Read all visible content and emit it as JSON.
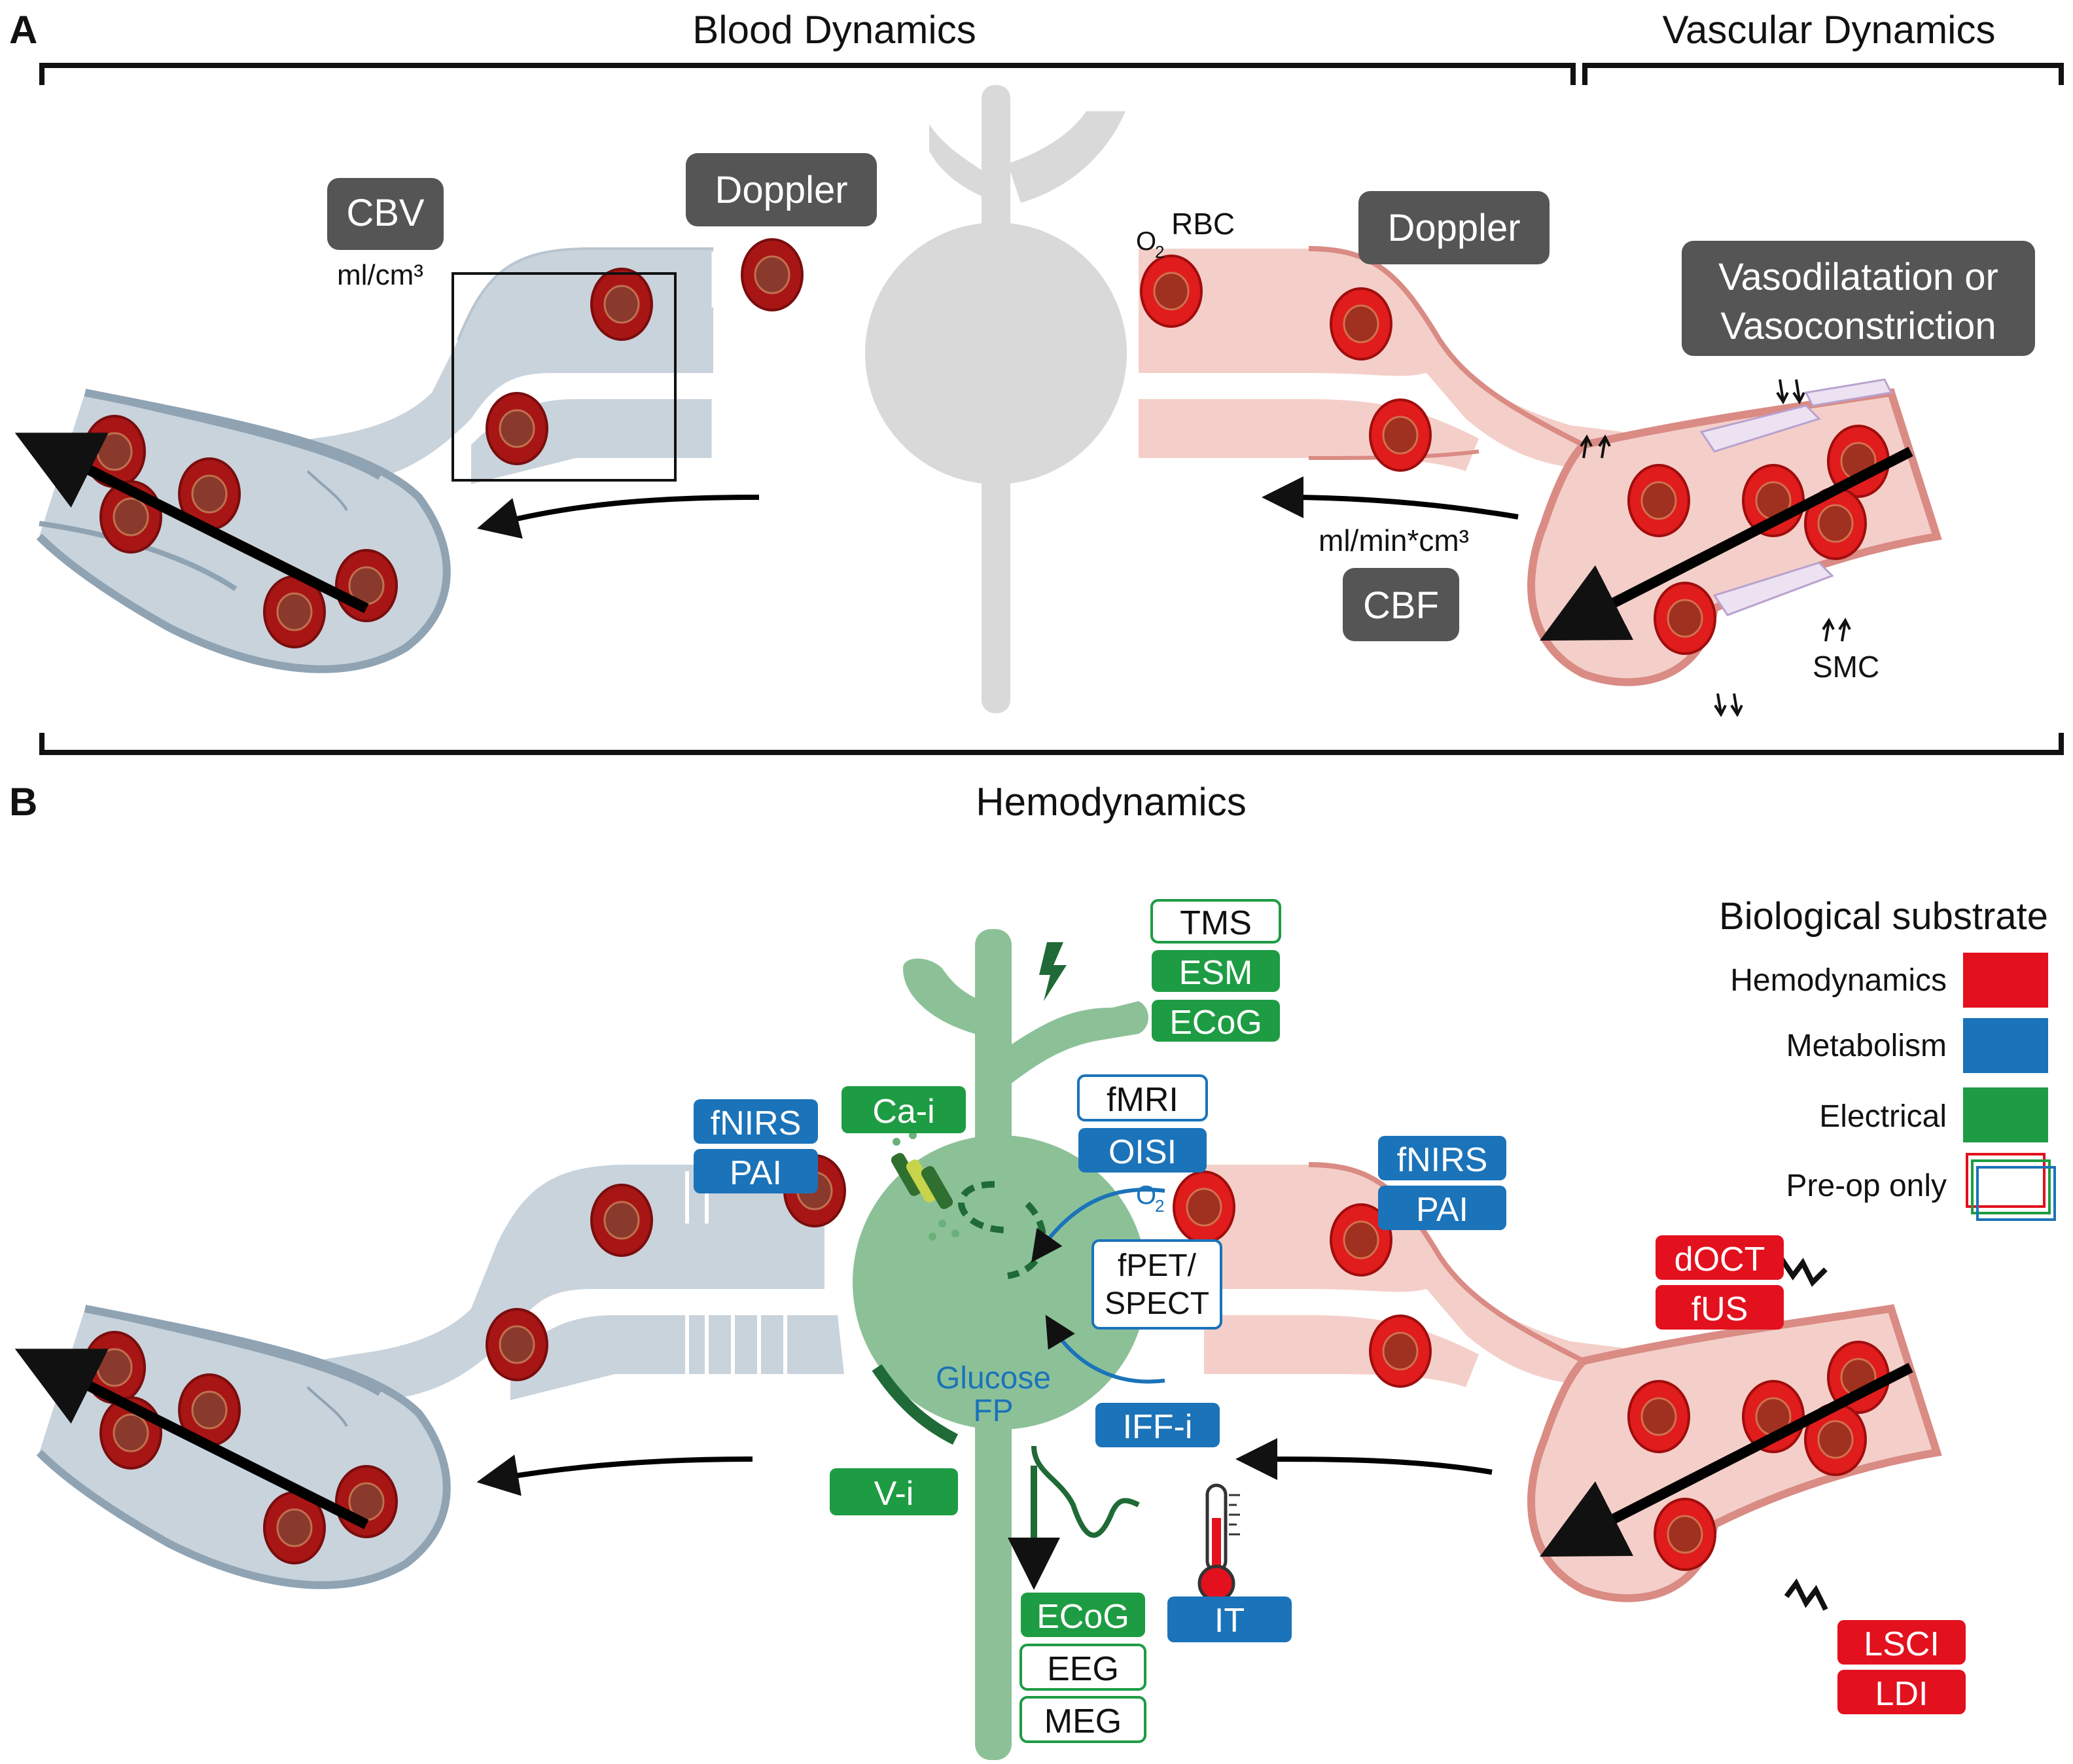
{
  "panel_a": {
    "letter": "A",
    "title_blood": "Blood Dynamics",
    "title_vascular": "Vascular Dynamics",
    "cbv": "CBV",
    "cbv_unit": "ml/cm³",
    "doppler_left": "Doppler",
    "doppler_right": "Doppler",
    "o2": "O",
    "o2_sub": "2",
    "rbc": "RBC",
    "vaso_line1": "Vasodilatation or",
    "vaso_line2": "Vasoconstriction",
    "cbf_unit": "ml/min*cm³",
    "cbf": "CBF",
    "smc": "SMC",
    "hemodynamics": "Hemodynamics"
  },
  "panel_b": {
    "letter": "B",
    "tms": "TMS",
    "esm": "ESM",
    "ecog_top": "ECoG",
    "ca_i": "Ca-i",
    "fmri": "fMRI",
    "oisi": "OISI",
    "fnirs_left": "fNIRS",
    "pai_left": "PAI",
    "fnirs_right": "fNIRS",
    "pai_right": "PAI",
    "o2": "O",
    "o2_sub": "2",
    "fpet_line1": "fPET/",
    "fpet_line2": "SPECT",
    "glucose": "Glucose",
    "fp": "FP",
    "iff_i": "IFF-i",
    "v_i": "V-i",
    "it": "IT",
    "ecog_bottom": "ECoG",
    "eeg": "EEG",
    "meg": "MEG",
    "doct": "dOCT",
    "fus": "fUS",
    "lsci": "LSCI",
    "ldi": "LDI"
  },
  "legend": {
    "title": "Biological substrate",
    "items": [
      {
        "label": "Hemodynamics",
        "color": "#e3101e"
      },
      {
        "label": "Metabolism",
        "color": "#1b73b9"
      },
      {
        "label": "Electrical",
        "color": "#1e9c43"
      },
      {
        "label": "Pre-op only",
        "color": "outline"
      }
    ]
  },
  "colors": {
    "hemodynamics": "#e3101e",
    "metabolism": "#1b73b9",
    "electrical": "#1e9c43",
    "gray_box": "#555555",
    "vein": "#c9d3dc",
    "vein_edge": "#8fa3b3",
    "artery": "#f4cfc9",
    "artery_edge": "#d98b84",
    "neuron_a": "#d9d9d9",
    "neuron_b": "#8cc198"
  }
}
